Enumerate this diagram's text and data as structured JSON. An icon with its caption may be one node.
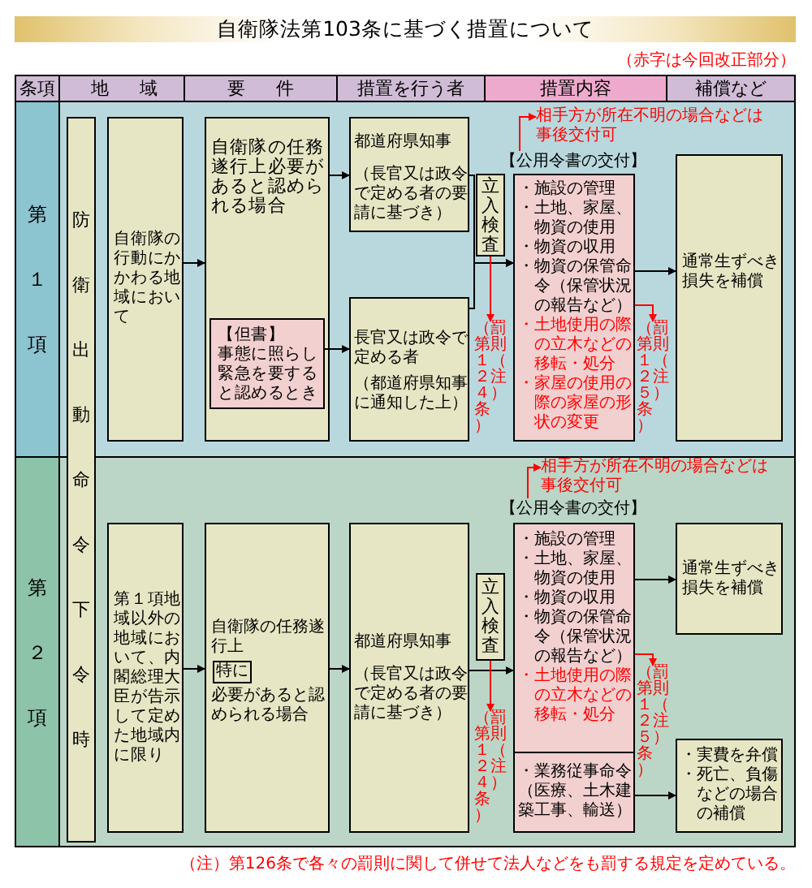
{
  "diagram": {
    "title": "自衛隊法第103条に基づく措置について",
    "caption": "（注）第126条で各々の罰則に関して併せて法人などをも罰する規定を定めている。",
    "nodes": [
      {
        "text": [
          "第１項"
        ]
      },
      {
        "text": [
          "第２項"
        ]
      },
      {
        "text": [
          "防衛出動命令下令時"
        ]
      },
      {
        "text": [
          "自衛隊の行動にかかわる地域において"
        ],
        "in": 0
      },
      {
        "text": [
          "自衛隊の任務遂行上必要があると認められる場合"
        ],
        "in": 0
      },
      {
        "text": [
          "【但書】",
          "事態に照らし緊急を要すると認めるとき"
        ],
        "in": 4
      },
      {
        "text": [
          "都道府県知事",
          "（長官又は政令で定める者の要請に基づき）"
        ],
        "in": 0
      },
      {
        "text": [
          "長官又は政令で定める者",
          "（都道府県知事に通知した上）"
        ],
        "in": 0
      },
      {
        "text": [
          "立入検査"
        ],
        "in": 0
      },
      {
        "text": [
          "相手方が所在不明の場合などは事後交付可"
        ],
        "in": 0
      },
      {
        "text": [
          "【公用令書の交付】"
        ],
        "in": 0
      },
      {
        "text": [
          "・施設の管理",
          "・土地、家屋、物資の使用",
          "・物資の収用",
          "・物資の保管命令（保管状況の報告など）",
          "・土地使用の際の立木などの移転・処分",
          "・家屋の使用の際の家屋の形状の変更"
        ],
        "in": 0
      },
      {
        "text": [
          "（第１２４条）",
          "罰則（注）"
        ],
        "in": 0
      },
      {
        "text": [
          "（第１２５条）",
          "罰則（注）"
        ],
        "in": 0
      },
      {
        "text": [
          "通常生ずべき損失を補償"
        ],
        "in": 0
      },
      {
        "text": [
          "第１項地域以外の地域において、内閣総理大臣が告示して定めた地域内に限り"
        ],
        "in": 1
      },
      {
        "text": [
          "自衛隊の任務遂行上",
          "必要があると認められる場合"
        ],
        "in": 1
      },
      {
        "text": [
          "特に"
        ],
        "in": 16
      },
      {
        "text": [
          "都道府県知事",
          "（長官又は政令で定める者の要請に基づき）"
        ],
        "in": 1
      },
      {
        "text": [
          "立入検査"
        ],
        "in": 1
      },
      {
        "text": [
          "相手方が所在不明の場合などは事後交付可"
        ],
        "in": 1
      },
      {
        "text": [
          "【公用令書の交付】"
        ],
        "in": 1
      },
      {
        "text": [
          "・施設の管理",
          "・土地、家屋、物資の使用",
          "・物資の収用",
          "・物資の保管命令（保管状況の報告など）",
          "・土地使用の際の立木などの移転・処分"
        ],
        "in": 1
      },
      {
        "text": [
          "・業務従事命令（医療、土木建築工事、輸送）"
        ],
        "in": 1
      },
      {
        "text": [
          "（第１２４条）",
          "罰則（注）"
        ],
        "in": 1
      },
      {
        "text": [
          "（第１２５条）",
          "罰則（注）"
        ],
        "in": 1
      },
      {
        "text": [
          "通常生ずべき損失を補償"
        ],
        "in": 1
      },
      {
        "text": [
          "・実費を弁償",
          "・死亡、負傷などの場合の補償"
        ],
        "in": 1
      }
    ],
    "edges": [
      {
        "from": 3,
        "to": 4,
        "arrow": "to"
      },
      {
        "from": 4,
        "to": 6,
        "arrow": "to"
      },
      {
        "from": 5,
        "to": 7,
        "arrow": "to"
      },
      {
        "from": 6,
        "to": 11,
        "arrow": "to"
      },
      {
        "from": 7,
        "to": 11,
        "arrow": "to"
      },
      {
        "from": 8,
        "to": 12,
        "arrow": "to",
        "color": "#ff0000"
      },
      {
        "from": 10,
        "to": 9,
        "arrow": "to",
        "color": "#ff0000"
      },
      {
        "from": 11,
        "to": 13,
        "arrow": "to",
        "color": "#ff0000"
      },
      {
        "from": 11,
        "to": 14,
        "arrow": "to"
      },
      {
        "from": 15,
        "to": 16,
        "arrow": "to"
      },
      {
        "from": 16,
        "to": 18,
        "arrow": "to"
      },
      {
        "from": 18,
        "to": 22,
        "arrow": "to"
      },
      {
        "from": 19,
        "to": 24,
        "arrow": "to",
        "color": "#ff0000"
      },
      {
        "from": 21,
        "to": 20,
        "arrow": "to",
        "color": "#ff0000"
      },
      {
        "from": 22,
        "to": 25,
        "arrow": "to",
        "color": "#ff0000"
      },
      {
        "from": 22,
        "to": 26,
        "arrow": "to"
      },
      {
        "from": 23,
        "to": 27,
        "arrow": "to"
      }
    ],
    "labels": [
      "（赤字は今回改正部分）",
      "条項",
      "地域",
      "要件",
      "措置を行う者",
      "措置内容",
      "補償など"
    ]
  }
}
